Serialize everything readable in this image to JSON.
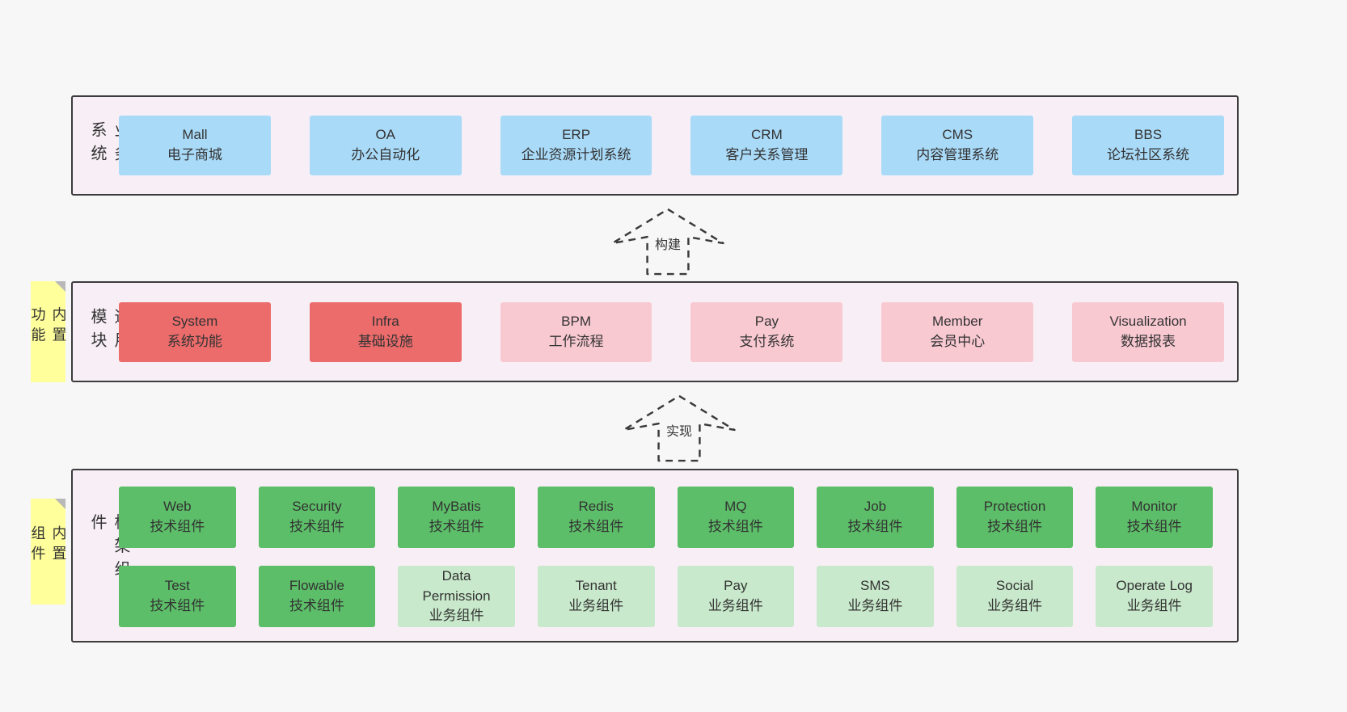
{
  "palette": {
    "page_bg": "#f7f7f7",
    "band_bg": "#f8eff6",
    "band_border": "#3c3c3c",
    "blue": "#a9daf8",
    "red": "#ec6b6b",
    "pink": "#f9c9d2",
    "green": "#5cbe68",
    "green_light": "#c8e9cb",
    "sticky_yellow": "#ffff9c",
    "text": "#333333"
  },
  "arrows": [
    {
      "label": "构建"
    },
    {
      "label": "实现"
    }
  ],
  "bands": [
    {
      "side_label": "业务系统",
      "boxes": [
        {
          "title": "Mall",
          "subtitle": "电子商城"
        },
        {
          "title": "OA",
          "subtitle": "办公自动化"
        },
        {
          "title": "ERP",
          "subtitle": "企业资源计划系统"
        },
        {
          "title": "CRM",
          "subtitle": "客户关系管理"
        },
        {
          "title": "CMS",
          "subtitle": "内容管理系统"
        },
        {
          "title": "BBS",
          "subtitle": "论坛社区系统"
        }
      ]
    },
    {
      "side_label": "通用模块",
      "sticky": "内置功能",
      "boxes": [
        {
          "title": "System",
          "subtitle": "系统功能"
        },
        {
          "title": "Infra",
          "subtitle": "基础设施"
        },
        {
          "title": "BPM",
          "subtitle": "工作流程"
        },
        {
          "title": "Pay",
          "subtitle": "支付系统"
        },
        {
          "title": "Member",
          "subtitle": "会员中心"
        },
        {
          "title": "Visualization",
          "subtitle": "数据报表"
        }
      ]
    },
    {
      "side_label": "框架组件",
      "sticky": "内置组件",
      "rows": [
        [
          {
            "title": "Web",
            "subtitle": "技术组件"
          },
          {
            "title": "Security",
            "subtitle": "技术组件"
          },
          {
            "title": "MyBatis",
            "subtitle": "技术组件"
          },
          {
            "title": "Redis",
            "subtitle": "技术组件"
          },
          {
            "title": "MQ",
            "subtitle": "技术组件"
          },
          {
            "title": "Job",
            "subtitle": "技术组件"
          },
          {
            "title": "Protection",
            "subtitle": "技术组件"
          },
          {
            "title": "Monitor",
            "subtitle": "技术组件"
          }
        ],
        [
          {
            "title": "Test",
            "subtitle": "技术组件"
          },
          {
            "title": "Flowable",
            "subtitle": "技术组件"
          },
          {
            "title": "Data Permission",
            "subtitle": "业务组件"
          },
          {
            "title": "Tenant",
            "subtitle": "业务组件"
          },
          {
            "title": "Pay",
            "subtitle": "业务组件"
          },
          {
            "title": "SMS",
            "subtitle": "业务组件"
          },
          {
            "title": "Social",
            "subtitle": "业务组件"
          },
          {
            "title": "Operate Log",
            "subtitle": "业务组件"
          }
        ]
      ]
    }
  ]
}
